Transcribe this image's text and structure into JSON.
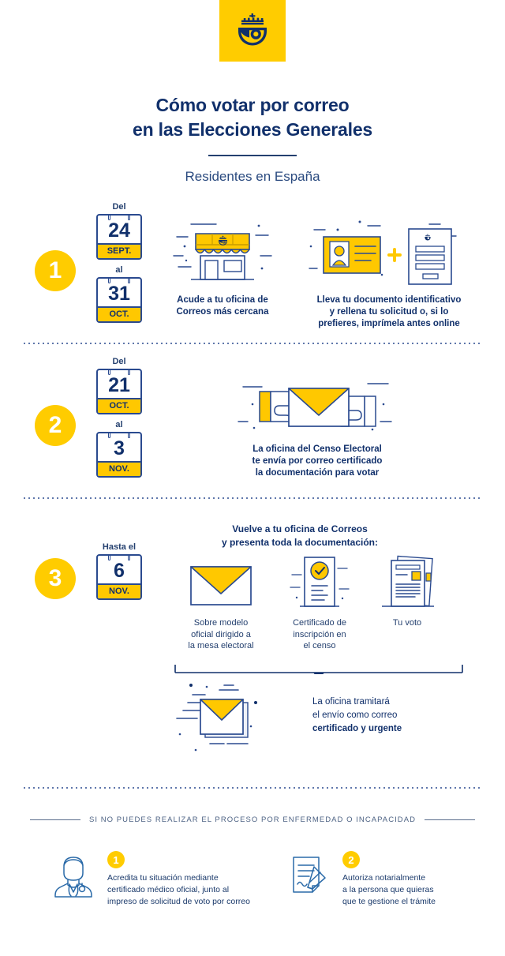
{
  "brand": {
    "logo_name": "correos-logo",
    "yellow": "#FFCC00",
    "navy": "#11306b",
    "line_blue": "#2a4a8f"
  },
  "header": {
    "title_line1": "Cómo votar por correo",
    "title_line2": "en las Elecciones Generales",
    "subtitle": "Residentes en España"
  },
  "steps": [
    {
      "number": "1",
      "dates": [
        {
          "label": "Del",
          "day": "24",
          "month": "SEPT."
        },
        {
          "label": "al",
          "day": "31",
          "month": "OCT."
        }
      ],
      "items": [
        {
          "icon": "post-office-icon",
          "caption_lines": [
            "Acude a tu oficina de",
            "Correos más cercana"
          ]
        },
        {
          "icon": "id-card-plus-form-icon",
          "caption_lines": [
            "Lleva tu documento identificativo",
            "y rellena tu solicitud o, si lo",
            "prefieres, imprímela antes online"
          ]
        }
      ]
    },
    {
      "number": "2",
      "dates": [
        {
          "label": "Del",
          "day": "21",
          "month": "OCT."
        },
        {
          "label": "al",
          "day": "3",
          "month": "NOV."
        }
      ],
      "items": [
        {
          "icon": "hands-envelope-icon",
          "caption_lines": [
            "La oficina del Censo Electoral",
            "te envía por correo certificado",
            "la documentación para votar"
          ]
        }
      ]
    },
    {
      "number": "3",
      "dates": [
        {
          "label": "Hasta el",
          "day": "6",
          "month": "NOV."
        }
      ],
      "heading_lines": [
        "Vuelve a tu oficina de Correos",
        "y presenta toda la documentación:"
      ],
      "documents": [
        {
          "icon": "envelope-icon",
          "caption_lines": [
            "Sobre modelo",
            "oficial dirigido a",
            "la mesa electoral"
          ]
        },
        {
          "icon": "certificate-check-icon",
          "caption_lines": [
            "Certificado de",
            "inscripción en",
            "el censo"
          ]
        },
        {
          "icon": "ballot-papers-icon",
          "caption_lines": [
            "Tu voto"
          ]
        }
      ],
      "result": {
        "icon": "flying-envelope-icon",
        "text_lines": [
          "La oficina tramitará",
          "el envío como correo"
        ],
        "text_bold": "certificado y urgente"
      }
    }
  ],
  "footer": {
    "section_title": "SI NO PUEDES REALIZAR EL PROCESO POR ENFERMEDAD O INCAPACIDAD",
    "items": [
      {
        "number": "1",
        "icon": "doctor-icon",
        "text_lines": [
          "Acredita tu situación mediante",
          "certificado médico oficial, junto al",
          "impreso de solicitud de voto por correo"
        ]
      },
      {
        "number": "2",
        "icon": "signed-document-icon",
        "text_lines": [
          "Autoriza notarialmente",
          "a la persona que quieras",
          "que te gestione el trámite"
        ]
      }
    ]
  }
}
